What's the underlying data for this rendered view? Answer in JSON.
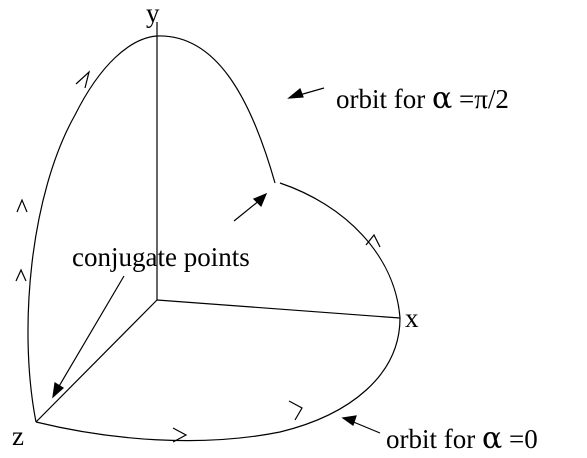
{
  "axes": {
    "x_label": "x",
    "y_label": "y",
    "z_label": "z"
  },
  "annotations": {
    "orbit_pi2_prefix": "orbit for ",
    "orbit_pi2_symbol": "α",
    "orbit_pi2_suffix": " =π/2",
    "orbit_0_prefix": "orbit for ",
    "orbit_0_symbol": "α",
    "orbit_0_suffix": " =0",
    "conjugate_points": "conjugate points"
  },
  "style": {
    "ink": "#000000",
    "background": "#ffffff"
  }
}
